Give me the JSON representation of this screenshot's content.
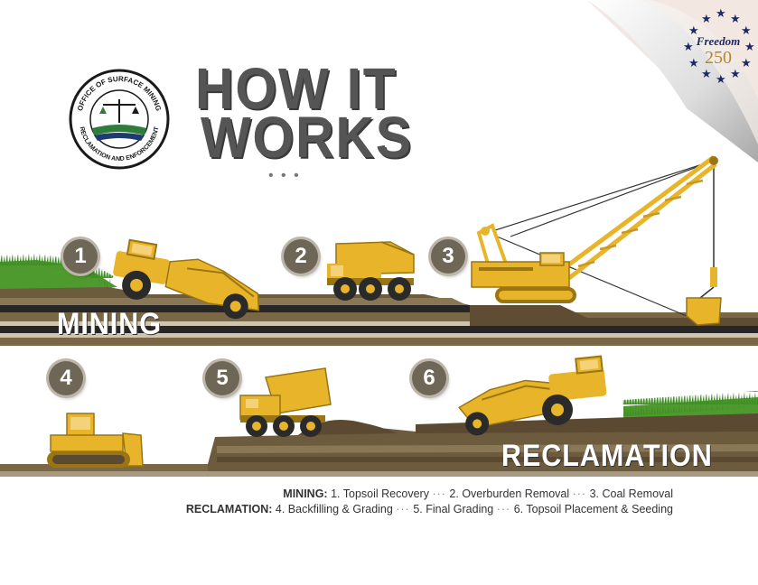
{
  "header": {
    "title_line1": "HOW IT",
    "title_line2": "WORKS",
    "dots": "• • •"
  },
  "seal": {
    "text_top": "OFFICE OF SURFACE MINING",
    "text_bottom": "RECLAMATION AND ENFORCEMENT"
  },
  "badge": {
    "word": "Freedom",
    "number": "250"
  },
  "steps": [
    {
      "number": "1"
    },
    {
      "number": "2"
    },
    {
      "number": "3"
    },
    {
      "number": "4"
    },
    {
      "number": "5"
    },
    {
      "number": "6"
    }
  ],
  "labels": {
    "mining": "MINING",
    "reclamation": "RECLAMATION"
  },
  "caption": {
    "mining_prefix": "MINING:",
    "mining_items": [
      "1. Topsoil Recovery",
      "2. Overburden Removal",
      "3. Coal Removal"
    ],
    "reclamation_prefix": "RECLAMATION:",
    "reclamation_items": [
      "4. Backfilling & Grading",
      "5. Final Grading",
      "6. Topsoil Placement &  Seeding"
    ],
    "separator": "···"
  },
  "colors": {
    "machine_yellow": "#e8b52a",
    "machine_dark": "#9a7512",
    "soil_brown": "#7a6746",
    "soil_dark": "#4d3f2a",
    "coal_black": "#262626",
    "grass_green": "#4f9a2e",
    "badge_gray": "#6e6656",
    "seal_green": "#2e7d3a",
    "seal_navy": "#1f3b6b",
    "star_navy": "#1d2a66"
  }
}
